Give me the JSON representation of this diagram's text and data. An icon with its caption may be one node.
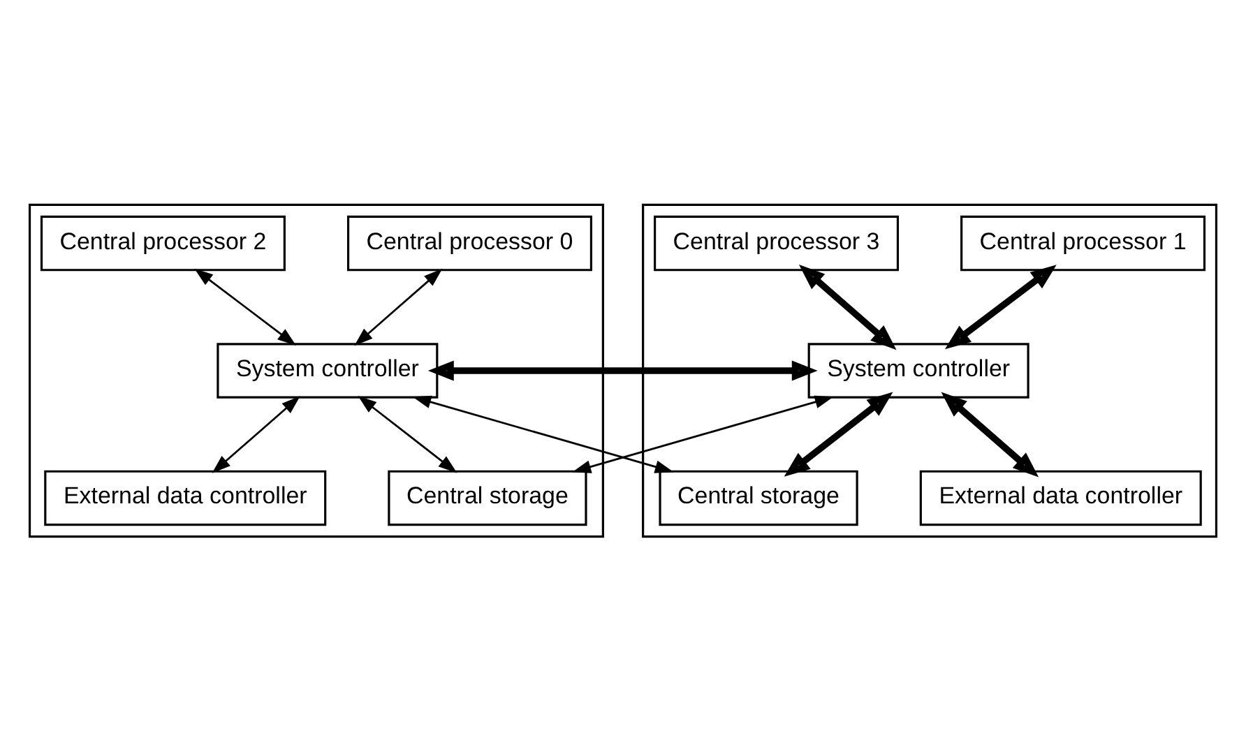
{
  "diagram": {
    "nodes": [
      {
        "text": [],
        "shape": "box"
      },
      {
        "text": [],
        "shape": "box"
      },
      {
        "text": [
          "Central processor 0"
        ],
        "in": 0
      },
      {
        "text": [
          "Central processor 2"
        ],
        "in": 0
      },
      {
        "text": [
          "System controller"
        ],
        "in": 0
      },
      {
        "text": [
          "External data controller"
        ],
        "in": 0
      },
      {
        "text": [
          "Central storage"
        ],
        "in": 0
      },
      {
        "text": [
          "Central processor 1"
        ],
        "in": 1
      },
      {
        "text": [
          "Central processor 3"
        ],
        "in": 1
      },
      {
        "text": [
          "System controller"
        ],
        "in": 1
      },
      {
        "text": [
          "Central storage"
        ],
        "in": 1
      },
      {
        "text": [
          "External data controller"
        ],
        "in": 1
      }
    ],
    "edges": [
      {
        "from": 2,
        "to": 4,
        "arrow": "both"
      },
      {
        "from": 3,
        "to": 4,
        "arrow": "both"
      },
      {
        "from": 7,
        "to": 9,
        "arrow": "both",
        "style": "thick"
      },
      {
        "from": 8,
        "to": 9,
        "arrow": "both",
        "style": "thick"
      },
      {
        "from": 4,
        "to": 9,
        "arrow": "both",
        "style": "thick"
      },
      {
        "from": 4,
        "to": 10,
        "arrow": "both"
      },
      {
        "from": 9,
        "to": 6,
        "arrow": "both"
      },
      {
        "from": 4,
        "to": 5,
        "arrow": "both"
      },
      {
        "from": 4,
        "to": 6,
        "arrow": "both"
      },
      {
        "from": 9,
        "to": 10,
        "arrow": "both",
        "style": "thick"
      },
      {
        "from": 9,
        "to": 11,
        "arrow": "both",
        "style": "thick"
      }
    ]
  }
}
